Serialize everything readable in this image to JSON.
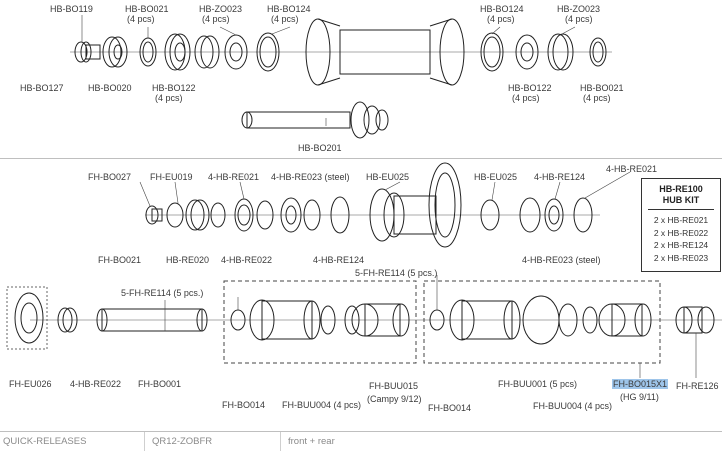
{
  "diagram": {
    "top_labels": {
      "hb_bo119": "HB-BO119",
      "hb_bo021_a": "HB-BO021",
      "hb_bo021_a_qty": "(4 pcs)",
      "hb_zo023_a": "HB-ZO023",
      "hb_zo023_a_qty": "(4 pcs)",
      "hb_bo124_a": "HB-BO124",
      "hb_bo124_a_qty": "(4 pcs)",
      "hb_bo124_b": "HB-BO124",
      "hb_bo124_b_qty": "(4 pcs)",
      "hb_zo023_b": "HB-ZO023",
      "hb_zo023_b_qty": "(4 pcs)",
      "hb_bo127": "HB-BO127",
      "hb_bo020": "HB-BO020",
      "hb_bo122_a": "HB-BO122",
      "hb_bo122_a_qty": "(4 pcs)",
      "hb_bo122_b": "HB-BO122",
      "hb_bo122_b_qty": "(4 pcs)",
      "hb_bo021_b": "HB-BO021",
      "hb_bo021_b_qty": "(4 pcs)",
      "hb_bo201": "HB-BO201"
    },
    "mid_labels": {
      "fh_bo027": "FH-BO027",
      "fh_eu019": "FH-EU019",
      "hb_re021_a": "4-HB-RE021",
      "hb_re023_a": "4-HB-RE023 (steel)",
      "hb_eu025_a": "HB-EU025",
      "hb_eu025_b": "HB-EU025",
      "hb_re124_a": "4-HB-RE124",
      "hb_re021_b": "4-HB-RE021",
      "fh_bo021": "FH-BO021",
      "hb_re020": "HB-RE020",
      "hb_re022_a": "4-HB-RE022",
      "hb_re124_b": "4-HB-RE124",
      "hb_re023_b": "4-HB-RE023 (steel)"
    },
    "kit": {
      "title_line1": "HB-RE100",
      "title_line2": "HUB KIT",
      "items": [
        "2 x HB-RE021",
        "2 x HB-RE022",
        "2 x HB-RE124",
        "2 x HB-RE023"
      ]
    },
    "bottom_labels": {
      "fh_re114_a": "5-FH-RE114 (5 pcs.)",
      "fh_re114_b": "5-FH-RE114 (5 pcs.)",
      "fh_eu026": "FH-EU026",
      "hb_re022_b": "4-HB-RE022",
      "fh_bo001": "FH-BO001",
      "fh_bo014_a": "FH-BO014",
      "fh_buu004_a": "FH-BUU004 (4 pcs)",
      "fh_buu015": "FH-BUU015",
      "fh_buu015_note": "(Campy 9/12)",
      "fh_bo014_b": "FH-BO014",
      "fh_buu001": "FH-BUU001 (5 pcs)",
      "fh_buu004_b": "FH-BUU004 (4 pcs)",
      "fh_bo015x1": "FH-BO015X1",
      "fh_bo015x1_note": "(HG 9/11)",
      "fh_re126": "FH-RE126"
    }
  },
  "footer": {
    "category": "QUICK-RELEASES",
    "code": "QR12-ZOBFR",
    "description": "front + rear"
  }
}
